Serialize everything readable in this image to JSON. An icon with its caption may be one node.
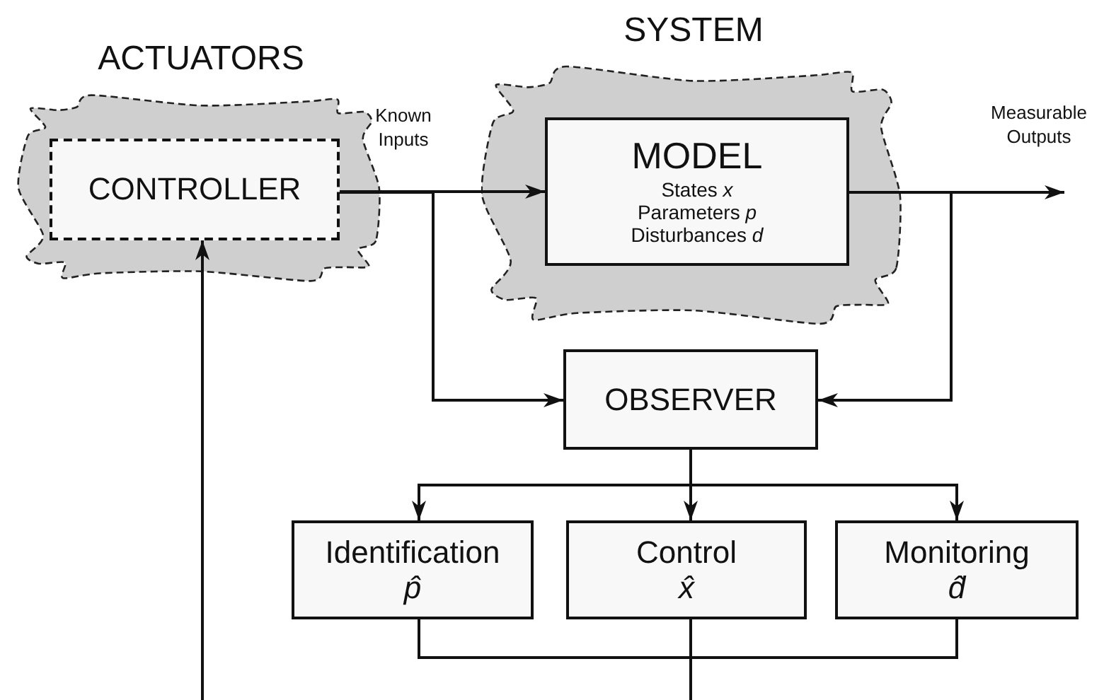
{
  "diagram": {
    "nodes": [
      {
        "text": [
          "ACTUATORS"
        ]
      },
      {
        "text": [
          "CONTROLLER"
        ],
        "in": 0
      },
      {
        "text": [
          "SYSTEM"
        ]
      },
      {
        "text": [
          "MODEL",
          "States *x*",
          "Parameters *p*",
          "Disturbances *d*"
        ],
        "in": 2
      },
      {
        "text": [
          "OBSERVER"
        ]
      },
      {
        "text": [
          "Identification",
          "p̂"
        ]
      },
      {
        "text": [
          "Control",
          "x̂"
        ]
      },
      {
        "text": [
          "Monitoring",
          "d̂"
        ]
      }
    ],
    "edges": [
      {
        "from": 1,
        "to": 3,
        "arrow": "to",
        "label": "Known Inputs"
      },
      {
        "from": 3,
        "to": null,
        "arrow": "to",
        "label": "Measurable Outputs"
      },
      {
        "from": 1,
        "to": 4,
        "arrow": "to"
      },
      {
        "from": 3,
        "to": 4,
        "arrow": "to"
      },
      {
        "from": 4,
        "to": 5,
        "arrow": "to"
      },
      {
        "from": 4,
        "to": 6,
        "arrow": "to"
      },
      {
        "from": 4,
        "to": 7,
        "arrow": "to"
      },
      {
        "from": 5,
        "to": null,
        "arrow": "none"
      },
      {
        "from": 6,
        "to": null,
        "arrow": "none"
      },
      {
        "from": 7,
        "to": null,
        "arrow": "none"
      },
      {
        "from": null,
        "to": 1,
        "arrow": "to"
      }
    ]
  }
}
